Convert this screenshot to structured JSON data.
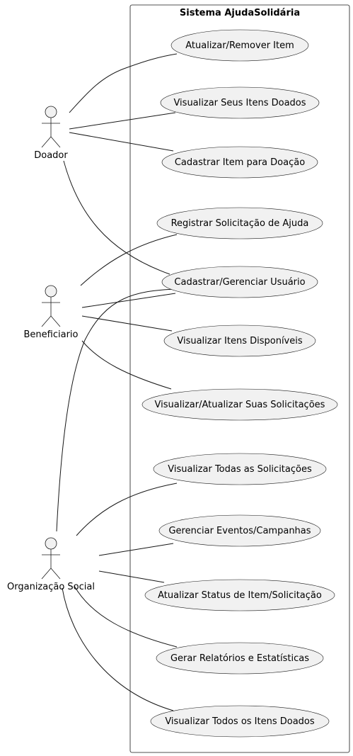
{
  "system": {
    "title": "Sistema AjudaSolidária"
  },
  "colors": {
    "background": "#ffffff",
    "stroke": "#181818",
    "usecase_fill": "#f1f1f1",
    "actor_fill": "#f1f1f1"
  },
  "actors": [
    {
      "id": "doador",
      "label": "Doador"
    },
    {
      "id": "beneficiario",
      "label": "Beneficiario"
    },
    {
      "id": "organizacao",
      "label": "Organização Social"
    }
  ],
  "use_cases": [
    {
      "id": "uc1",
      "label": "Atualizar/Remover Item"
    },
    {
      "id": "uc2",
      "label": "Visualizar Seus Itens Doados"
    },
    {
      "id": "uc3",
      "label": "Cadastrar Item para Doação"
    },
    {
      "id": "uc4",
      "label": "Registrar Solicitação de Ajuda"
    },
    {
      "id": "uc5",
      "label": "Cadastrar/Gerenciar Usuário"
    },
    {
      "id": "uc6",
      "label": "Visualizar Itens Disponíveis"
    },
    {
      "id": "uc7",
      "label": "Visualizar/Atualizar Suas Solicitações"
    },
    {
      "id": "uc8",
      "label": "Visualizar Todas as Solicitações"
    },
    {
      "id": "uc9",
      "label": "Gerenciar Eventos/Campanhas"
    },
    {
      "id": "uc10",
      "label": "Atualizar Status de Item/Solicitação"
    },
    {
      "id": "uc11",
      "label": "Gerar Relatórios e Estatísticas"
    },
    {
      "id": "uc12",
      "label": "Visualizar Todos os Itens Doados"
    }
  ],
  "associations": [
    {
      "from": "doador",
      "to": "uc1"
    },
    {
      "from": "doador",
      "to": "uc2"
    },
    {
      "from": "doador",
      "to": "uc3"
    },
    {
      "from": "doador",
      "to": "uc5"
    },
    {
      "from": "beneficiario",
      "to": "uc4"
    },
    {
      "from": "beneficiario",
      "to": "uc5"
    },
    {
      "from": "beneficiario",
      "to": "uc6"
    },
    {
      "from": "beneficiario",
      "to": "uc7"
    },
    {
      "from": "organizacao",
      "to": "uc5"
    },
    {
      "from": "organizacao",
      "to": "uc8"
    },
    {
      "from": "organizacao",
      "to": "uc9"
    },
    {
      "from": "organizacao",
      "to": "uc10"
    },
    {
      "from": "organizacao",
      "to": "uc11"
    },
    {
      "from": "organizacao",
      "to": "uc12"
    }
  ]
}
